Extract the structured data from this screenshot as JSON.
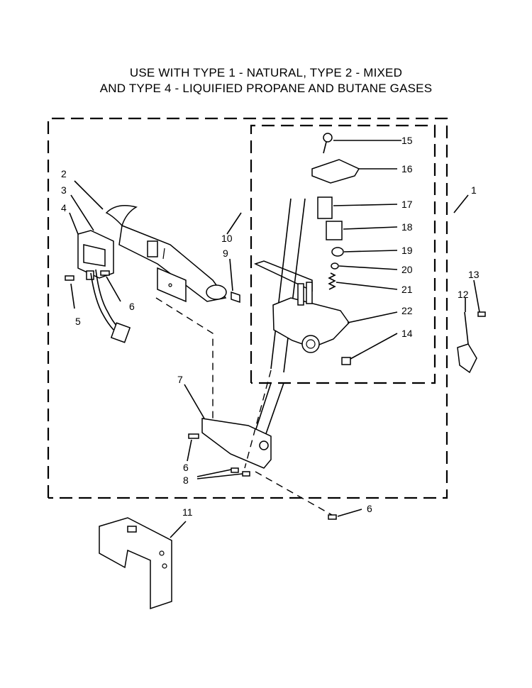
{
  "title": {
    "line1": "USE WITH TYPE 1 - NATURAL, TYPE 2 - MIXED",
    "line2": "AND TYPE 4 - LIQUIFIED PROPANE AND BUTANE GASES"
  },
  "callouts": {
    "c1": "1",
    "c2": "2",
    "c3": "3",
    "c4": "4",
    "c5": "5",
    "c6a": "6",
    "c6b": "6",
    "c6c": "6",
    "c7": "7",
    "c8": "8",
    "c9": "9",
    "c10": "10",
    "c11": "11",
    "c12": "12",
    "c13": "13",
    "c14": "14",
    "c15": "15",
    "c16": "16",
    "c17": "17",
    "c18": "18",
    "c19": "19",
    "c20": "20",
    "c21": "21",
    "c22": "22"
  }
}
